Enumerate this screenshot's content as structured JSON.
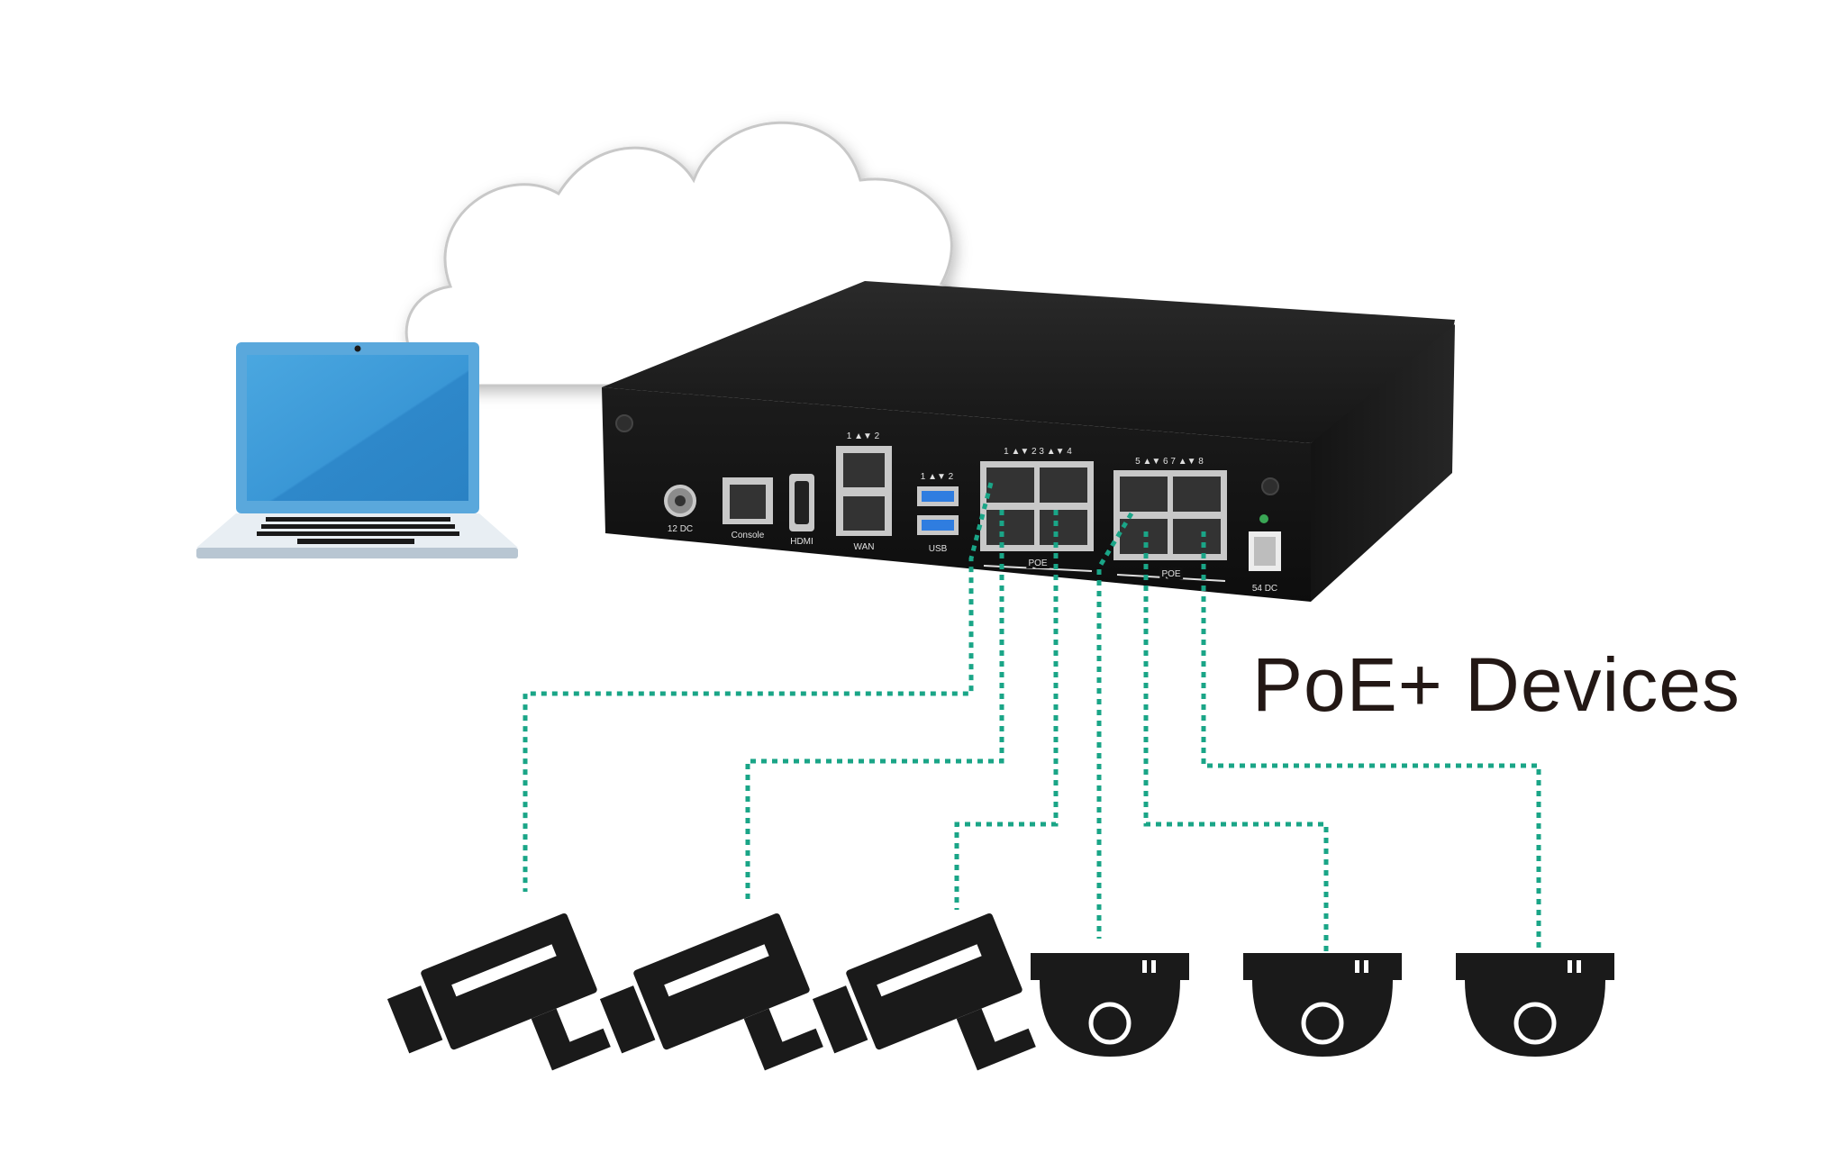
{
  "title": "PoE+ Devices",
  "colors": {
    "link": "#1aa587",
    "device": "#1a1a1a",
    "laptop_screen": "#3a9bd8",
    "laptop_frame": "#5aa8dc",
    "cloud_stroke": "#bdbdbd"
  },
  "router": {
    "dc_in_label": "12 DC",
    "console_label": "Console",
    "hdmi_label": "HDMI",
    "wan_label": "WAN",
    "wan_ports": "1 ▲▼ 2",
    "usb_label": "USB",
    "usb_ports": "1 ▲▼ 2",
    "poe_group_1_ports": "1 ▲▼ 2  3 ▲▼ 4",
    "poe_group_2_ports": "5 ▲▼ 6  7 ▲▼ 8",
    "poe_label": "POE",
    "dc_out_label": "54 DC"
  },
  "cameras": [
    {
      "kind": "bullet-camera"
    },
    {
      "kind": "bullet-camera"
    },
    {
      "kind": "bullet-camera"
    },
    {
      "kind": "dome-camera"
    },
    {
      "kind": "dome-camera"
    },
    {
      "kind": "dome-camera"
    }
  ]
}
